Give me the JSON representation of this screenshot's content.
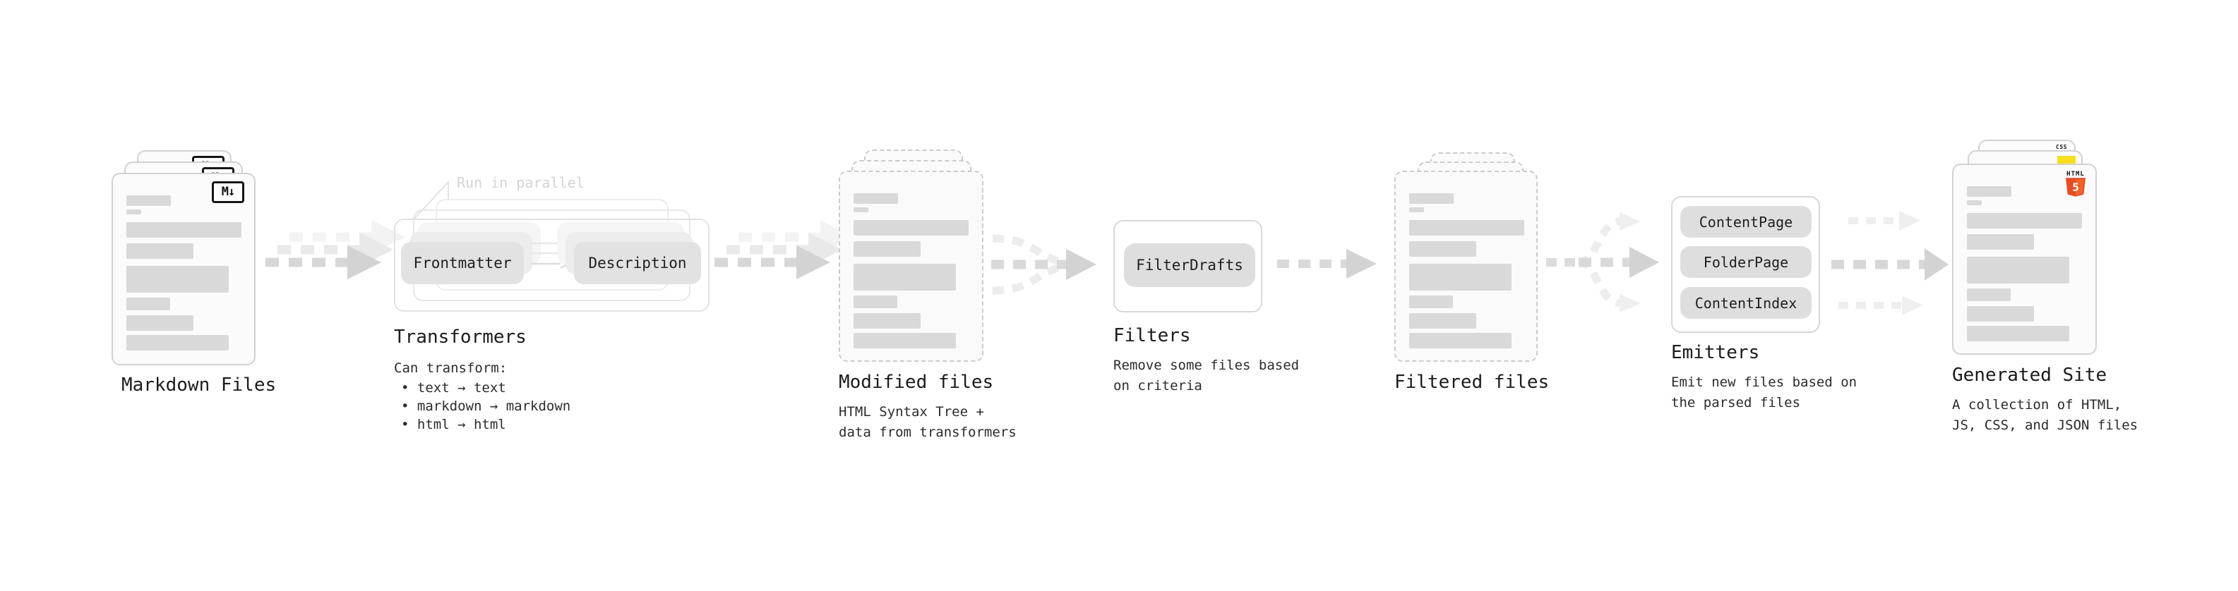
{
  "colors": {
    "html5_orange": "#e44d26",
    "html5_orange_light": "#f16529",
    "js_yellow": "#f7df1e",
    "css_blue": "#2760e5"
  },
  "nodes": {
    "markdown_files": {
      "label": "Markdown Files",
      "badge": "M↓"
    },
    "transformers": {
      "label": "Transformers",
      "annotation": "Run in parallel",
      "pills": [
        "Frontmatter",
        "Description"
      ],
      "desc_title": "Can transform:",
      "bullets": "• text → text\n• markdown → markdown\n• html → html"
    },
    "modified_files": {
      "label": "Modified files",
      "desc": "HTML Syntax Tree +\ndata from transformers"
    },
    "filters": {
      "label": "Filters",
      "pill": "FilterDrafts",
      "desc": "Remove some files based\non criteria"
    },
    "filtered_files": {
      "label": "Filtered files"
    },
    "emitters": {
      "label": "Emitters",
      "pills": [
        "ContentPage",
        "FolderPage",
        "ContentIndex"
      ],
      "desc": "Emit new files based on\nthe parsed files"
    },
    "generated_site": {
      "label": "Generated Site",
      "desc": "A collection of HTML,\nJS, CSS, and JSON files",
      "badge_html_word": "HTML",
      "badge_html_number": "5",
      "badge_css_word": "CSS"
    }
  }
}
